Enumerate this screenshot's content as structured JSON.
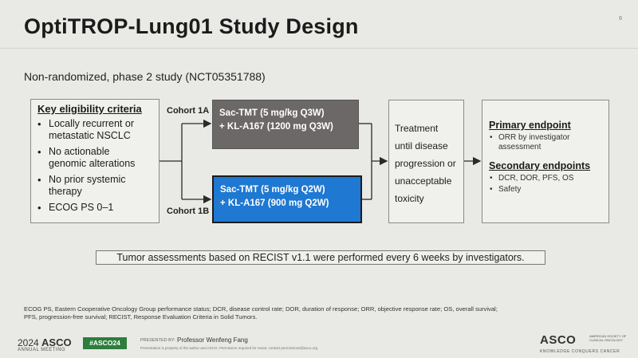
{
  "slide": {
    "title": "OptiTROP-Lung01 Study Design",
    "number": "6",
    "subtitle": "Non-randomized, phase 2 study (NCT05351788)"
  },
  "eligibility": {
    "heading": "Key eligibility criteria",
    "items": [
      [
        "Locally recurrent or",
        "metastatic NSCLC"
      ],
      [
        "No actionable",
        "genomic alterations"
      ],
      [
        "No prior systemic",
        "therapy"
      ],
      [
        "ECOG PS 0–1"
      ]
    ]
  },
  "cohorts": {
    "a": {
      "label": "Cohort 1A",
      "line1": "Sac-TMT (5 mg/kg Q3W)",
      "line2": "+ KL-A167 (1200 mg Q3W)",
      "color": "#6b6867"
    },
    "b": {
      "label": "Cohort 1B",
      "line1": "Sac-TMT (5 mg/kg Q2W)",
      "line2": "+ KL-A167 (900 mg Q2W)",
      "color": "#1f78d1"
    }
  },
  "treatment": {
    "lines": [
      "Treatment",
      "until disease",
      "progression or",
      "unacceptable",
      "toxicity"
    ]
  },
  "endpoints": {
    "primary_heading": "Primary endpoint",
    "primary_items": [
      [
        "ORR by investigator",
        "assessment"
      ]
    ],
    "secondary_heading": "Secondary endpoints",
    "secondary_items": [
      [
        "DCR, DOR, PFS, OS"
      ],
      [
        "Safety"
      ]
    ]
  },
  "note": "Tumor assessments based on RECIST v1.1 were performed every 6 weeks by investigators.",
  "abbreviations": {
    "line1": "ECOG PS, Eastern Cooperative Oncology Group performance status; DCR, disease control rate; DOR, duration of response; ORR, objective response rate; OS, overall survival;",
    "line2": "PFS, progression-free survival; RECIST, Response Evaluation Criteria in Solid Tumors."
  },
  "footer": {
    "meeting_year": "2024",
    "meeting_org": "ASCO",
    "meeting_label": "ANNUAL MEETING",
    "hashtag": "#ASCO24",
    "presented_by": "PRESENTED BY:",
    "presenter": "Professor Wenfeng Fang",
    "disclaimer": "Presentation is property of the author and ASCO. Permission required for reuse; contact permissions@asco.org",
    "logo": "ASCO",
    "logo_small": "AMERICAN SOCIETY OF CLINICAL ONCOLOGY",
    "tagline": "KNOWLEDGE CONQUERS CANCER"
  }
}
